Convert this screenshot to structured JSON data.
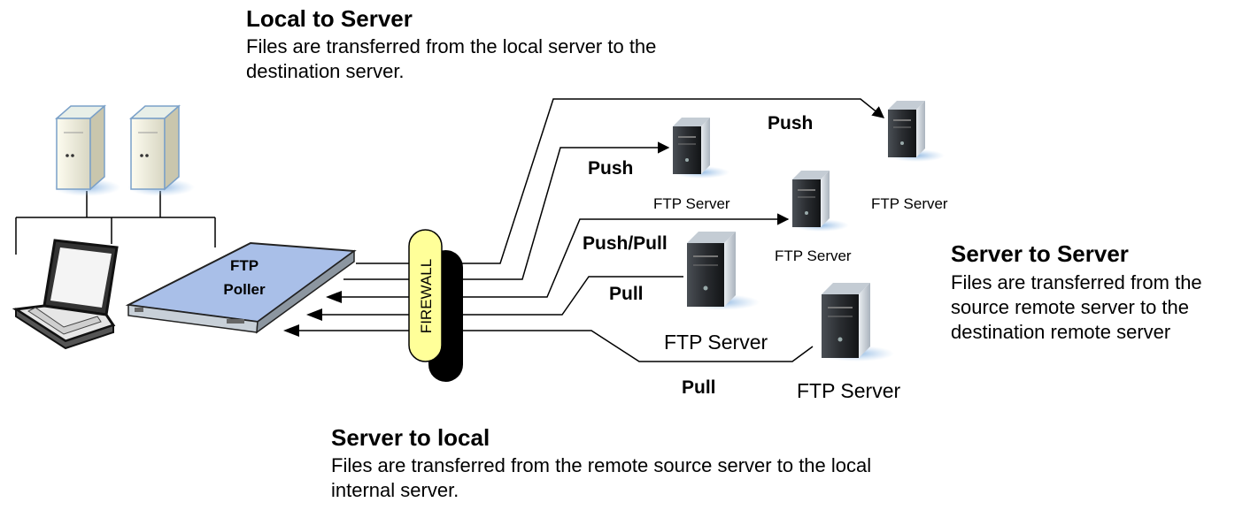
{
  "sections": {
    "local_to_server": {
      "title": "Local to Server",
      "description": "Files are transferred from the local server to the destination server."
    },
    "server_to_server": {
      "title": "Server to Server",
      "description": "Files are transferred from the source remote server to the destination remote server"
    },
    "server_to_local": {
      "title": "Server to local",
      "description": "Files are transferred from the remote source server to the local internal server."
    }
  },
  "poller": {
    "line1": "FTP",
    "line2": "Poller"
  },
  "firewall": {
    "label": "FIREWALL"
  },
  "servers": [
    {
      "label": "FTP Server"
    },
    {
      "label": "FTP Server"
    },
    {
      "label": "FTP Server"
    },
    {
      "label": "FTP Server"
    },
    {
      "label": "FTP Server"
    }
  ],
  "flows": [
    {
      "label": "Push"
    },
    {
      "label": "Push"
    },
    {
      "label": "Push/Pull"
    },
    {
      "label": "Pull"
    },
    {
      "label": "Pull"
    }
  ],
  "colors": {
    "poller_face": "#a9bfe8",
    "firewall_fill": "#ffff99",
    "firewall_shadow": "#000000",
    "server_body": "#d7dde3"
  }
}
